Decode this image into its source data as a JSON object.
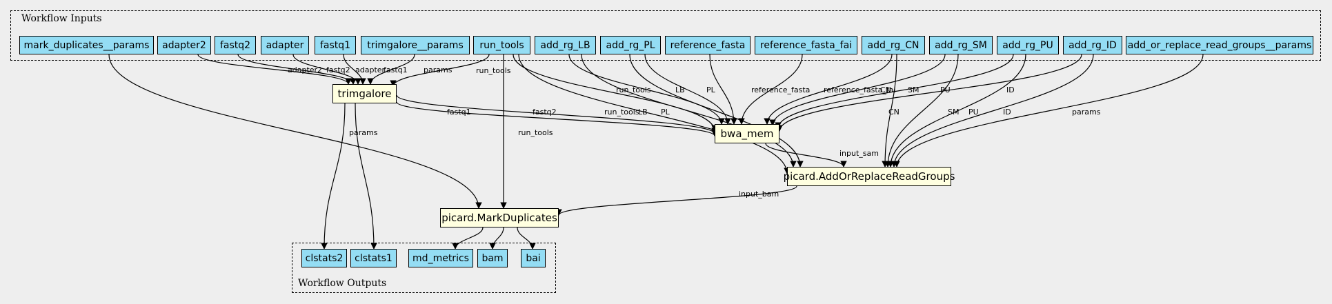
{
  "clusters": {
    "inputs": {
      "label": "Workflow Inputs"
    },
    "outputs": {
      "label": "Workflow Outputs"
    }
  },
  "colors": {
    "io_fill": "#94ddf4",
    "step_fill": "#ffffe0",
    "background": "#eeeeee"
  },
  "nodes": {
    "mark_duplicates_params": "mark_duplicates__params",
    "adapter2": "adapter2",
    "fastq2": "fastq2",
    "adapter": "adapter",
    "fastq1": "fastq1",
    "trimgalore_params": "trimgalore__params",
    "run_tools": "run_tools",
    "add_rg_LB": "add_rg_LB",
    "add_rg_PL": "add_rg_PL",
    "reference_fasta": "reference_fasta",
    "reference_fasta_fai": "reference_fasta_fai",
    "add_rg_CN": "add_rg_CN",
    "add_rg_SM": "add_rg_SM",
    "add_rg_PU": "add_rg_PU",
    "add_rg_ID": "add_rg_ID",
    "add_or_replace_params": "add_or_replace_read_groups__params",
    "trimgalore": "trimgalore",
    "bwa_mem": "bwa_mem",
    "picard_add": "picard.AddOrReplaceReadGroups",
    "picard_mark": "picard.MarkDuplicates",
    "clstats2": "clstats2",
    "clstats1": "clstats1",
    "md_metrics": "md_metrics",
    "bam": "bam",
    "bai": "bai"
  },
  "edges": [
    {
      "from": "adapter2",
      "to": "trimgalore",
      "label": "adapter2"
    },
    {
      "from": "fastq2",
      "to": "trimgalore",
      "label": "fastq2"
    },
    {
      "from": "adapter",
      "to": "trimgalore",
      "label": "adapter"
    },
    {
      "from": "fastq1",
      "to": "trimgalore",
      "label": "fastq1"
    },
    {
      "from": "trimgalore_params",
      "to": "trimgalore",
      "label": "params"
    },
    {
      "from": "run_tools",
      "to": "trimgalore",
      "label": "run_tools"
    },
    {
      "from": "run_tools",
      "to": "bwa_mem",
      "label": "run_tools"
    },
    {
      "from": "run_tools",
      "to": "picard_add",
      "label": "run_tools"
    },
    {
      "from": "run_tools",
      "to": "picard_mark",
      "label": "run_tools"
    },
    {
      "from": "trimgalore",
      "to": "bwa_mem",
      "label": "fastq1"
    },
    {
      "from": "trimgalore",
      "to": "bwa_mem",
      "label": "fastq2"
    },
    {
      "from": "add_rg_LB",
      "to": "bwa_mem",
      "label": "LB"
    },
    {
      "from": "add_rg_LB",
      "to": "picard_add",
      "label": "LB"
    },
    {
      "from": "add_rg_PL",
      "to": "bwa_mem",
      "label": "PL"
    },
    {
      "from": "add_rg_PL",
      "to": "picard_add",
      "label": "PL"
    },
    {
      "from": "reference_fasta",
      "to": "bwa_mem",
      "label": "reference_fasta"
    },
    {
      "from": "reference_fasta_fai",
      "to": "bwa_mem",
      "label": "reference_fasta_fai"
    },
    {
      "from": "add_rg_CN",
      "to": "bwa_mem",
      "label": "CN"
    },
    {
      "from": "add_rg_CN",
      "to": "picard_add",
      "label": "CN"
    },
    {
      "from": "add_rg_SM",
      "to": "bwa_mem",
      "label": "SM"
    },
    {
      "from": "add_rg_SM",
      "to": "picard_add",
      "label": "SM"
    },
    {
      "from": "add_rg_PU",
      "to": "bwa_mem",
      "label": "PU"
    },
    {
      "from": "add_rg_PU",
      "to": "picard_add",
      "label": "PU"
    },
    {
      "from": "add_rg_ID",
      "to": "bwa_mem",
      "label": "ID"
    },
    {
      "from": "add_rg_ID",
      "to": "picard_add",
      "label": "ID"
    },
    {
      "from": "add_or_replace_params",
      "to": "picard_add",
      "label": "params"
    },
    {
      "from": "bwa_mem",
      "to": "picard_add",
      "label": "input_sam"
    },
    {
      "from": "picard_add",
      "to": "picard_mark",
      "label": "input_bam"
    },
    {
      "from": "mark_duplicates_params",
      "to": "picard_mark",
      "label": ""
    },
    {
      "from": "trimgalore",
      "to": "clstats2",
      "label": "params"
    },
    {
      "from": "trimgalore",
      "to": "clstats1",
      "label": ""
    },
    {
      "from": "picard_mark",
      "to": "md_metrics",
      "label": ""
    },
    {
      "from": "picard_mark",
      "to": "bam",
      "label": ""
    },
    {
      "from": "picard_mark",
      "to": "bai",
      "label": ""
    }
  ]
}
